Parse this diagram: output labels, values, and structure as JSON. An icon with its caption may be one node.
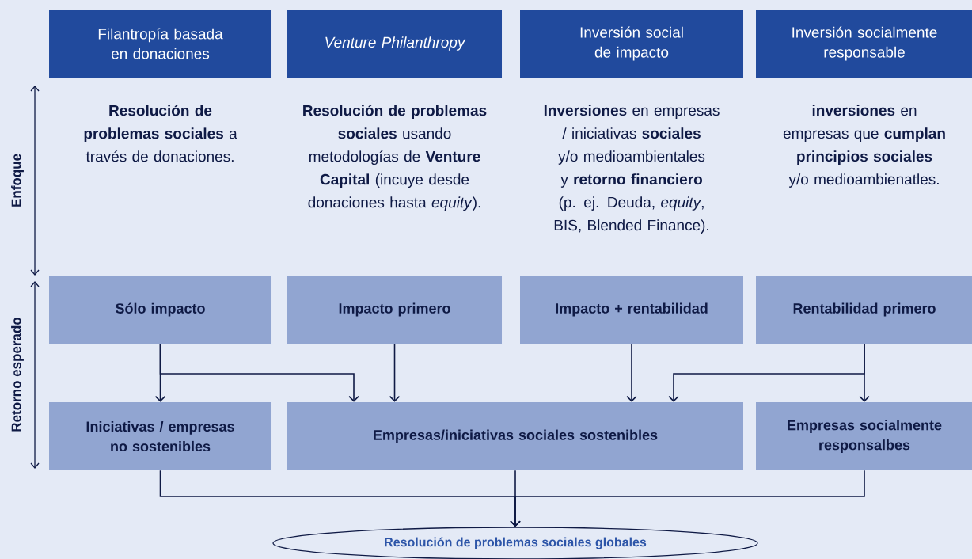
{
  "diagram": {
    "nodes": [
      {
        "text": [
          "Filantropía basada en donaciones"
        ]
      },
      {
        "text": [
          "Venture Philanthropy"
        ]
      },
      {
        "text": [
          "Inversión social de impacto"
        ]
      },
      {
        "text": [
          "Inversión socialmente responsable"
        ]
      },
      {
        "text": [
          "Sólo impacto"
        ]
      },
      {
        "text": [
          "Impacto primero"
        ]
      },
      {
        "text": [
          "Impacto + rentabilidad"
        ]
      },
      {
        "text": [
          "Rentabilidad primero"
        ]
      },
      {
        "text": [
          "Iniciativas / empresas no sostenibles"
        ]
      },
      {
        "text": [
          "Empresas/iniciativas sociales sostenibles"
        ]
      },
      {
        "text": [
          "Empresas socialmente responsalbes"
        ]
      },
      {
        "text": [
          "Resolución de problemas sociales globales"
        ]
      }
    ],
    "edges": [
      {
        "from": 4,
        "to": 8,
        "arrow": "to"
      },
      {
        "from": 4,
        "to": 9,
        "arrow": "to"
      },
      {
        "from": 5,
        "to": 9,
        "arrow": "to"
      },
      {
        "from": 6,
        "to": 9,
        "arrow": "to"
      },
      {
        "from": 7,
        "to": 9,
        "arrow": "to"
      },
      {
        "from": 7,
        "to": 10,
        "arrow": "to"
      },
      {
        "from": 8,
        "to": 11,
        "arrow": "to"
      },
      {
        "from": 9,
        "to": 11,
        "arrow": "to"
      },
      {
        "from": 10,
        "to": 11,
        "arrow": "to"
      }
    ],
    "labels": [
      "Enfoque",
      "**Resolución de problemas sociales** a través de donaciones.",
      "**Resolución de problemas sociales** usando metodologías de **Venture Capital** (incuye desde donaciones hasta *equity*).",
      "**Inversiones** en empresas / iniciativas **sociales** y/o medioambientales y **retorno financiero** (p. ej. Deuda, *equity*, BIS, Blended Finance).",
      "**inversiones** en empresas que **cumplan principios sociales** y/o medioambienatles.",
      "Retorno esperado"
    ]
  }
}
